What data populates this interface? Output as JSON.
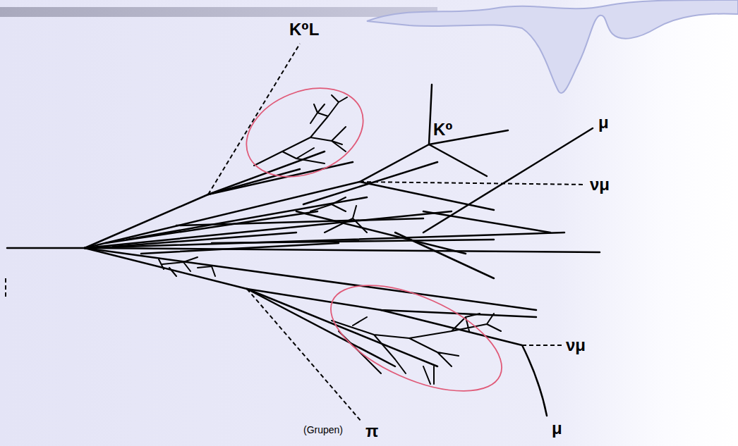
{
  "diagram": {
    "caption": "(Grupen)",
    "labels": [
      "K⁰L",
      "K⁰",
      "μ",
      "νμ",
      "νμ",
      "μ",
      "π"
    ]
  }
}
